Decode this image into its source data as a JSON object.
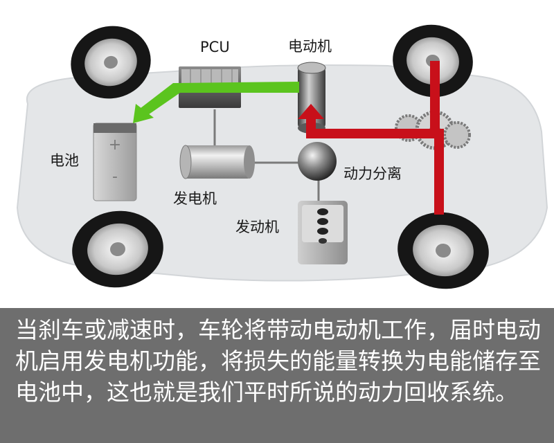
{
  "labels": {
    "pcu": "PCU",
    "motor": "电动机",
    "battery": "电池",
    "generator": "发电机",
    "engine": "发动机",
    "power_split": "动力分离"
  },
  "battery_terminals": {
    "positive": "+",
    "negative": "-"
  },
  "colors": {
    "regen_flow_arrow": "#5bc41e",
    "mechanical_flow_arrow": "#c8101a",
    "car_body": "#e4e6e8",
    "caption_background": "#6e6e6e",
    "caption_text": "#ffffff"
  },
  "caption": "当刹车或减速时，车轮将带动电动机工作，届时电动机启用发电机功能，将损失的能量转换为电能储存至电池中，这也就是我们平时所说的动力回收系统。"
}
